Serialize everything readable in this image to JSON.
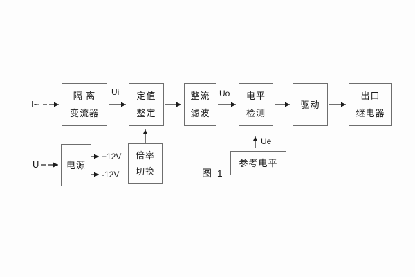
{
  "colors": {
    "background": "#fdfdfd",
    "box_border": "#6e6e6e",
    "line": "#1c1c1c",
    "text": "#1c1c1c"
  },
  "diagram": {
    "caption": "图 1",
    "input_current": "I~",
    "input_voltage": "U",
    "signal_ui": "Ui",
    "signal_uo": "Uo",
    "signal_ue": "Ue",
    "rail_positive": "+12V",
    "rail_negative": "-12V",
    "blocks": {
      "isolation": {
        "line1": "隔 离",
        "line2": "变流器"
      },
      "setting": {
        "line1": "定值",
        "line2": "整定"
      },
      "rectifier_filter": {
        "line1": "整流",
        "line2": "滤波"
      },
      "level_detect": {
        "line1": "电平",
        "line2": "检测"
      },
      "drive": {
        "line1": "驱动"
      },
      "output_relay": {
        "line1": "出口",
        "line2": "继电器"
      },
      "power_supply": {
        "line1": "电源"
      },
      "ratio_switch": {
        "line1": "倍率",
        "line2": "切换"
      },
      "reference_level": {
        "line1": "参考电平"
      }
    }
  }
}
